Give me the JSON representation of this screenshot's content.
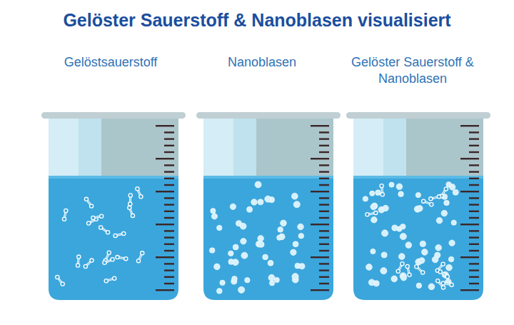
{
  "diagram": {
    "title": "Gelöster Sauerstoff & Nanoblasen visualisiert",
    "labels": [
      "Gelöstsauerstoff",
      "Nanoblasen",
      "Gelöster Sauerstoff & Nanoblasen"
    ]
  }
}
